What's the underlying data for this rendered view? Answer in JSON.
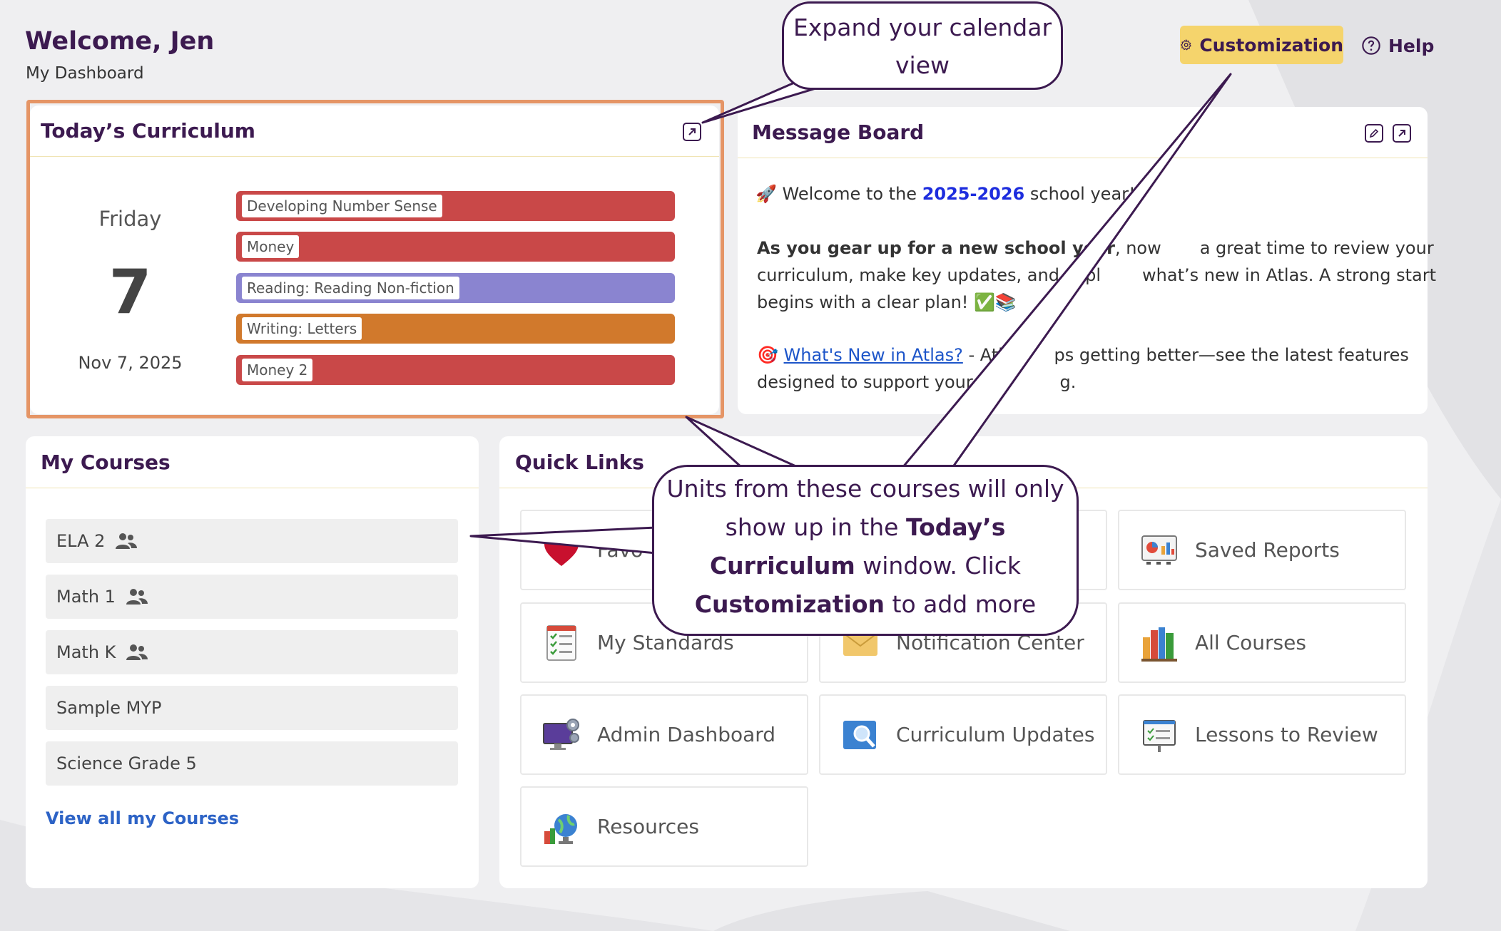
{
  "header": {
    "welcome": "Welcome, Jen",
    "subtitle": "My Dashboard",
    "customization_label": "Customization",
    "help_label": "Help"
  },
  "todays_curriculum": {
    "title": "Today’s Curriculum",
    "day_name": "Friday",
    "day_number": "7",
    "date": "Nov 7, 2025",
    "units": [
      {
        "label": "Developing Number Sense",
        "color": "#c94848"
      },
      {
        "label": "Money",
        "color": "#c94848"
      },
      {
        "label": "Reading: Reading Non-fiction",
        "color": "#8a84d0"
      },
      {
        "label": "Writing: Letters",
        "color": "#d1792c"
      },
      {
        "label": "Money 2",
        "color": "#c94848"
      }
    ]
  },
  "message_board": {
    "title": "Message Board",
    "line1_prefix": "Welcome to the",
    "line1_year": "2025-2026",
    "line1_suffix": "school year!",
    "para_bold": "As you gear up for a new school year",
    "para_line1_rest": ", now",
    "para_line1_end": "a great time to review your",
    "para_line2": "curriculum, make key updates, and expl",
    "para_line2_end": "what’s new in Atlas. A strong start",
    "para_line3": "begins with a clear plan! ✅📚",
    "link_text": "What's New in Atlas?",
    "link_after": "- Atla",
    "link_after_end": "ps getting better—see the latest features",
    "last_line": "designed to support your te",
    "last_line_end": "g."
  },
  "my_courses": {
    "title": "My Courses",
    "items": [
      {
        "label": "ELA 2",
        "shared": true
      },
      {
        "label": "Math 1",
        "shared": true
      },
      {
        "label": "Math K",
        "shared": true
      },
      {
        "label": "Sample MYP",
        "shared": false
      },
      {
        "label": "Science Grade 5",
        "shared": false
      }
    ],
    "view_all": "View all my Courses"
  },
  "quick_links": {
    "title": "Quick Links",
    "items": [
      {
        "label": "Favo",
        "icon": "heart-icon"
      },
      {
        "label": "",
        "icon": ""
      },
      {
        "label": "Saved Reports",
        "icon": "report-chart-icon"
      },
      {
        "label": "My Standards",
        "icon": "checklist-icon"
      },
      {
        "label": "Notification Center",
        "icon": "envelope-icon"
      },
      {
        "label": "All Courses",
        "icon": "books-icon"
      },
      {
        "label": "Admin Dashboard",
        "icon": "monitor-gears-icon"
      },
      {
        "label": "Curriculum Updates",
        "icon": "magnifier-icon"
      },
      {
        "label": "Lessons to Review",
        "icon": "presentation-board-icon"
      },
      {
        "label": "Resources",
        "icon": "globe-books-icon"
      }
    ]
  },
  "callouts": {
    "calendar_line1": "Expand your calendar",
    "calendar_line2": "view",
    "courses_line1": "Units from these courses will only",
    "courses_line2_a": "show up in the ",
    "courses_line2_b": "Today’s",
    "courses_line3_a": "Curriculum",
    "courses_line3_b": " window. Click",
    "courses_line4_a": "Customization",
    "courses_line4_b": " to add more"
  },
  "colors": {
    "brand": "#3c1a50",
    "accent_yellow": "#f5d46c",
    "highlight_orange": "#e59566",
    "link_blue": "#2d63c6"
  }
}
